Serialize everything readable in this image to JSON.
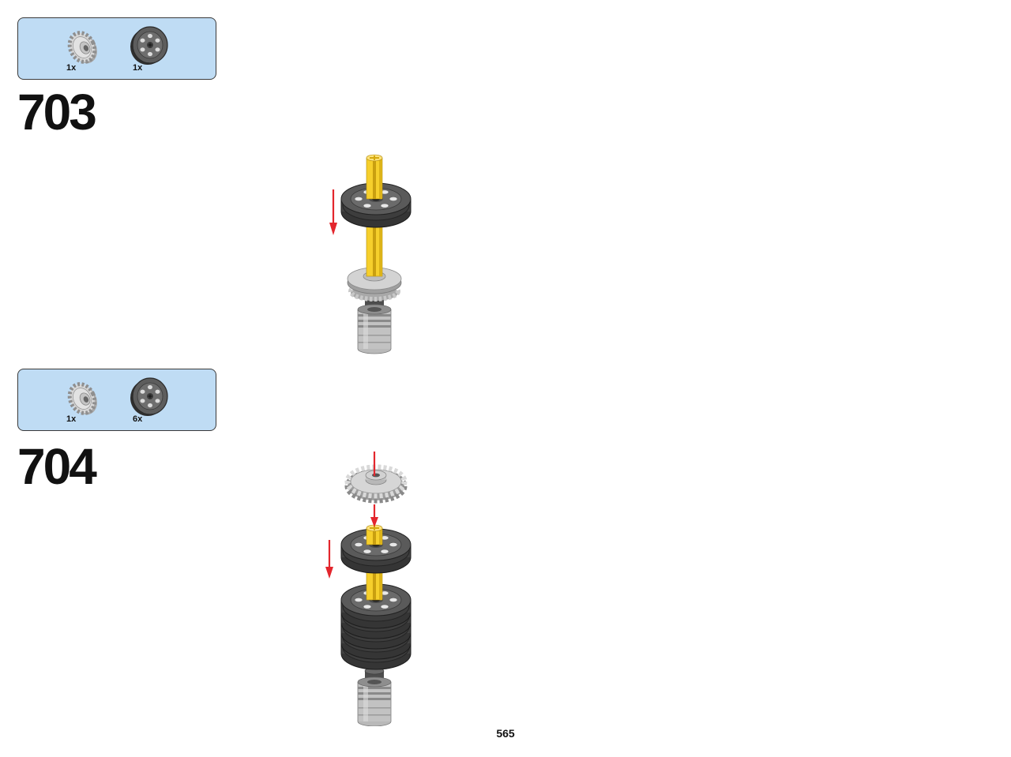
{
  "steps": [
    {
      "number": "703",
      "parts": [
        {
          "icon": "gear-icon",
          "qty": "1x"
        },
        {
          "icon": "pulley-icon",
          "qty": "1x"
        }
      ]
    },
    {
      "number": "704",
      "parts": [
        {
          "icon": "gear-icon",
          "qty": "1x"
        },
        {
          "icon": "pulley-icon",
          "qty": "6x"
        }
      ]
    }
  ],
  "page_number": "565",
  "colors": {
    "parts_box": "#bfdcf4",
    "arrow": "#e3262d",
    "axle": "#f6cf2c",
    "pulley": "#5a5a5a",
    "gear": "#d6d6d6"
  }
}
